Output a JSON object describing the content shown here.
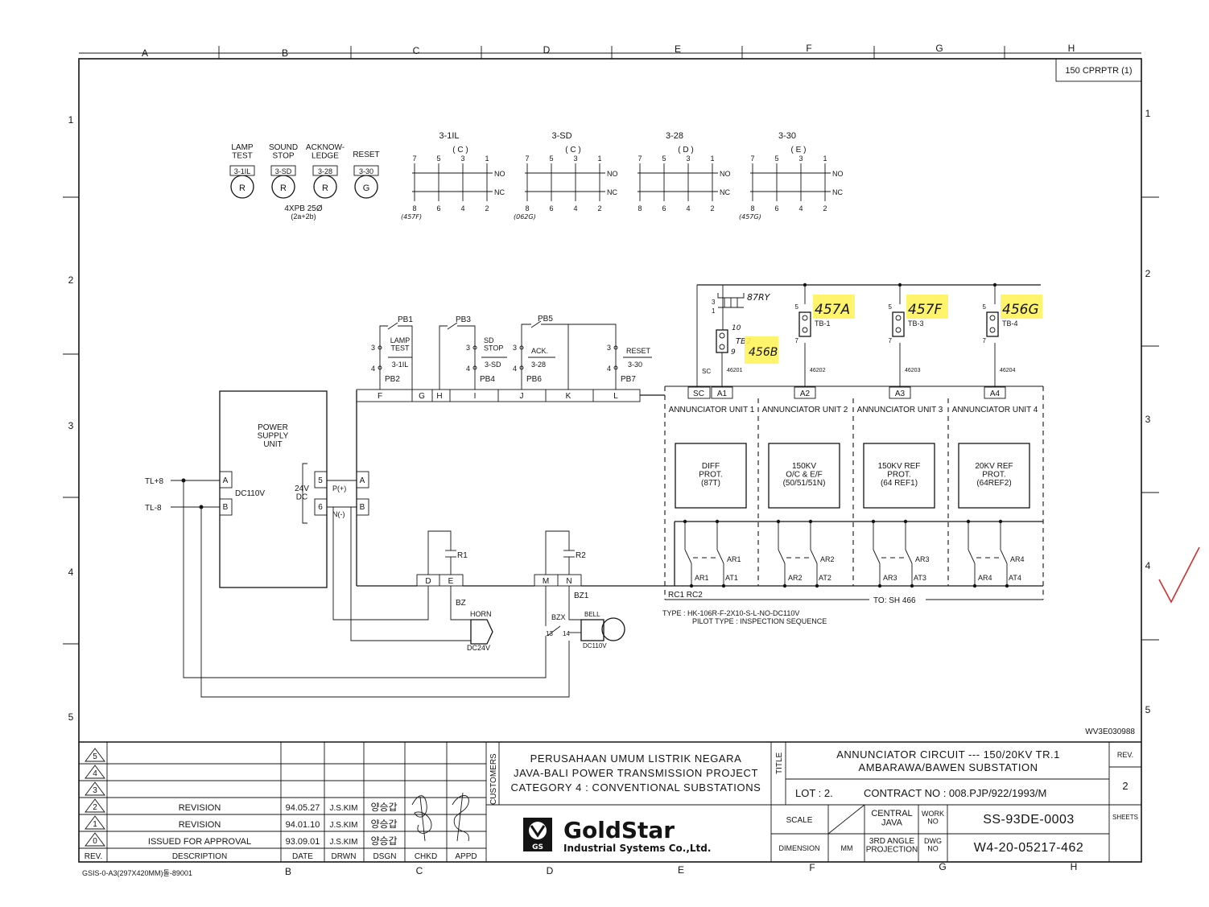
{
  "colors": {
    "ink": "#141414",
    "highlight": "#fff35c",
    "checkmark": "#d32f2f",
    "paper": "#ffffff"
  },
  "frame": {
    "col_labels": [
      "A",
      "B",
      "C",
      "D",
      "E",
      "F",
      "G",
      "H"
    ],
    "row_labels": [
      "1",
      "2",
      "3",
      "4",
      "5"
    ],
    "corner_code": "150 CPRPTR (1)",
    "sheet_code": "WV3E030988",
    "form_code": "GSIS-0-A3(297X420MM)돌-89001"
  },
  "pushbuttons": {
    "items": [
      {
        "caption": "LAMP\nTEST",
        "tag": "3-1IL",
        "lamp": "R"
      },
      {
        "caption": "SOUND\nSTOP",
        "tag": "3-SD",
        "lamp": "R"
      },
      {
        "caption": "ACKNOW-\nLEDGE",
        "tag": "3-28",
        "lamp": "R"
      },
      {
        "caption": "RESET",
        "tag": "3-30",
        "lamp": "G"
      }
    ],
    "spec_line1": "4XPB 25Ø",
    "spec_line2": "(2a+2b)"
  },
  "contact_blocks": [
    {
      "tag": "3-1IL",
      "type": "( C )",
      "note": "(457F)"
    },
    {
      "tag": "3-SD",
      "type": "( C )",
      "note": "(062G)"
    },
    {
      "tag": "3-28",
      "type": "( D )",
      "note": ""
    },
    {
      "tag": "3-30",
      "type": "( E )",
      "note": "(457G)"
    }
  ],
  "contact_terms": {
    "top": [
      "7",
      "5",
      "3",
      "1"
    ],
    "bottom": [
      "8",
      "6",
      "4",
      "2"
    ],
    "no": "NO",
    "nc": "NC"
  },
  "circuit": {
    "psu_title": "POWER\nSUPPLY\nUNIT",
    "psu_dc110": "DC110V",
    "psu_24": "24V\nDC",
    "tl_pos": "TL+8",
    "tl_neg": "TL-8",
    "term_a": "A",
    "term_b": "B",
    "term_5": "5",
    "term_6": "6",
    "p_plus": "P(+)",
    "n_minus": "N(-)",
    "pb1": "PB1",
    "pb2": "PB2",
    "pb3": "PB3",
    "pb4": "PB4",
    "pb5": "PB5",
    "pb6": "PB6",
    "pb7": "PB7",
    "lamp_test": "LAMP\nTEST",
    "lamp_tag": "3-1IL",
    "sd_stop": "SD\nSTOP",
    "sd_tag": "3-SD",
    "ack": "ACK.",
    "ack_tag": "3-28",
    "reset": "RESET",
    "reset_tag": "3-30",
    "sw_top": "3",
    "sw_bot": "4",
    "term_strip": [
      "F",
      "G",
      "H",
      "I",
      "J",
      "K",
      "L"
    ],
    "r1": "R1",
    "r2": "R2",
    "de_terms": [
      "D",
      "E"
    ],
    "mn_terms": [
      "M",
      "N"
    ],
    "bz": "BZ",
    "bz1": "BZ1",
    "bzx": "BZX",
    "horn": "HORN",
    "horn_v": "DC24V",
    "bell": "BELL",
    "bell_v": "DC110V",
    "bzx_13": "13",
    "bzx_14": "14"
  },
  "annunciators": [
    {
      "unit": "ANNUNCIATOR UNIT 1",
      "fn": "DIFF\nPROT.\n(87T)",
      "term": "A1",
      "ar": "AR1",
      "at": "AT1",
      "wire": "46201"
    },
    {
      "unit": "ANNUNCIATOR UNIT 2",
      "fn": "150KV\nO/C & E/F\n(50/51/51N)",
      "term": "A2",
      "ar": "AR2",
      "at": "AT2",
      "wire": "46202"
    },
    {
      "unit": "ANNUNCIATOR UNIT 3",
      "fn": "150KV REF\nPROT.\n(64 REF1)",
      "term": "A3",
      "ar": "AR3",
      "at": "AT3",
      "wire": "46203"
    },
    {
      "unit": "ANNUNCIATOR UNIT 4",
      "fn": "20KV REF\nPROT.\n(64REF2)",
      "term": "A4",
      "ar": "AR4",
      "at": "AT4",
      "wire": "46204"
    }
  ],
  "annunciator_extra": {
    "sc": "SC",
    "sc_wire": "SC",
    "rc": "RC1 RC2",
    "to_sh": "TO: SH 466",
    "type_line": "TYPE : HK-106R-F-2X10-S-L-NO-DC110V",
    "pilot_line": "PILOT TYPE : INSPECTION SEQUENCE"
  },
  "terminal_blocks": [
    {
      "name": "TB-1",
      "handwritten": "457A",
      "top": "5",
      "bot": "7"
    },
    {
      "name": "TB-3",
      "handwritten": "457F",
      "top": "5",
      "bot": "7"
    },
    {
      "name": "TB-4",
      "handwritten": "456G",
      "top": "5",
      "bot": "7"
    }
  ],
  "relay_87": {
    "label": "87RY",
    "tb": "TB2",
    "handwritten": "456B",
    "pin_10": "10",
    "pin_9": "9",
    "coil_3": "3",
    "coil_1": "1"
  },
  "title_block": {
    "revisions": [
      {
        "rev": "5",
        "desc": "",
        "date": "",
        "drwn": "",
        "dsgn": "",
        "chkd": "",
        "appd": ""
      },
      {
        "rev": "4",
        "desc": "",
        "date": "",
        "drwn": "",
        "dsgn": "",
        "chkd": "",
        "appd": ""
      },
      {
        "rev": "3",
        "desc": "",
        "date": "",
        "drwn": "",
        "dsgn": "",
        "chkd": "",
        "appd": ""
      },
      {
        "rev": "2",
        "desc": "REVISION",
        "date": "94.05.27",
        "drwn": "J.S.KIM",
        "dsgn": "양승갑",
        "chkd": "",
        "appd": ""
      },
      {
        "rev": "1",
        "desc": "REVISION",
        "date": "94.01.10",
        "drwn": "J.S.KIM",
        "dsgn": "양승갑",
        "chkd": "",
        "appd": ""
      },
      {
        "rev": "0",
        "desc": "ISSUED FOR APPROVAL",
        "date": "93.09.01",
        "drwn": "J.S.KIM",
        "dsgn": "양승갑",
        "chkd": "",
        "appd": ""
      }
    ],
    "headers": {
      "rev": "REV.",
      "desc": "DESCRIPTION",
      "date": "DATE",
      "drwn": "DRWN",
      "dsgn": "DSGN",
      "chkd": "CHKD",
      "appd": "APPD"
    },
    "customers_label": "CUSTOMERS",
    "customer_lines": [
      "PERUSAHAAN UMUM LISTRIK NEGARA",
      "JAVA-BALI POWER TRANSMISSION PROJECT",
      "CATEGORY 4 : CONVENTIONAL SUBSTATIONS"
    ],
    "title_label": "TITLE",
    "title_lines": [
      "ANNUNCIATOR CIRCUIT --- 150/20KV TR.1",
      "AMBARAWA/BAWEN SUBSTATION"
    ],
    "lot": "LOT : 2.",
    "contract": "CONTRACT NO : 008.PJP/922/1993/M",
    "rev_label": "REV.",
    "rev_value": "2",
    "sheets_label": "SHEETS",
    "scale_label": "SCALE",
    "dimension_label": "DIMENSION",
    "dimension_value": "MM",
    "location": "CENTRAL\nJAVA",
    "projection": "3RD ANGLE\nPROJECTION",
    "work_no_label": "WORK\nNO",
    "dwg_no_label": "DWG\nNO",
    "work_no": "SS-93DE-0003",
    "dwg_no": "W4-20-05217-462",
    "company_name": "GoldStar",
    "company_sub": "Industrial Systems Co.,Ltd.",
    "logo_mark": "GS"
  }
}
